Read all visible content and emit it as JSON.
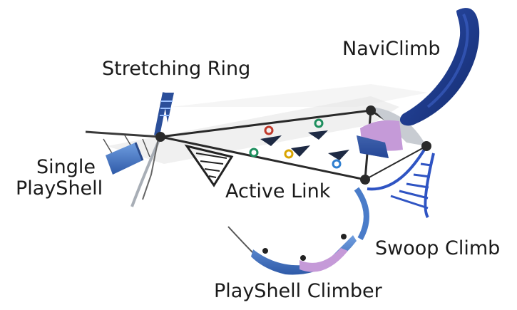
{
  "labels": {
    "naviclimb": "NaviClimb",
    "stretching_ring": "Stretching Ring",
    "single_playshell_line1": "Single",
    "single_playshell_line2": "PlayShell",
    "active_link": "Active Link",
    "swoop_climb": "Swoop Climb",
    "playshell_climber": "PlayShell Climber"
  },
  "colors": {
    "navy": "#1f3a8a",
    "light_blue": "#4a7cc9",
    "purple": "#c59ad8",
    "steel": "#9aa0a8",
    "cable": "#2a2a2a",
    "ring_red": "#c0392b",
    "ring_green": "#1e8f5e",
    "ring_yellow": "#d9a400",
    "ring_blue": "#2f7fd0"
  }
}
